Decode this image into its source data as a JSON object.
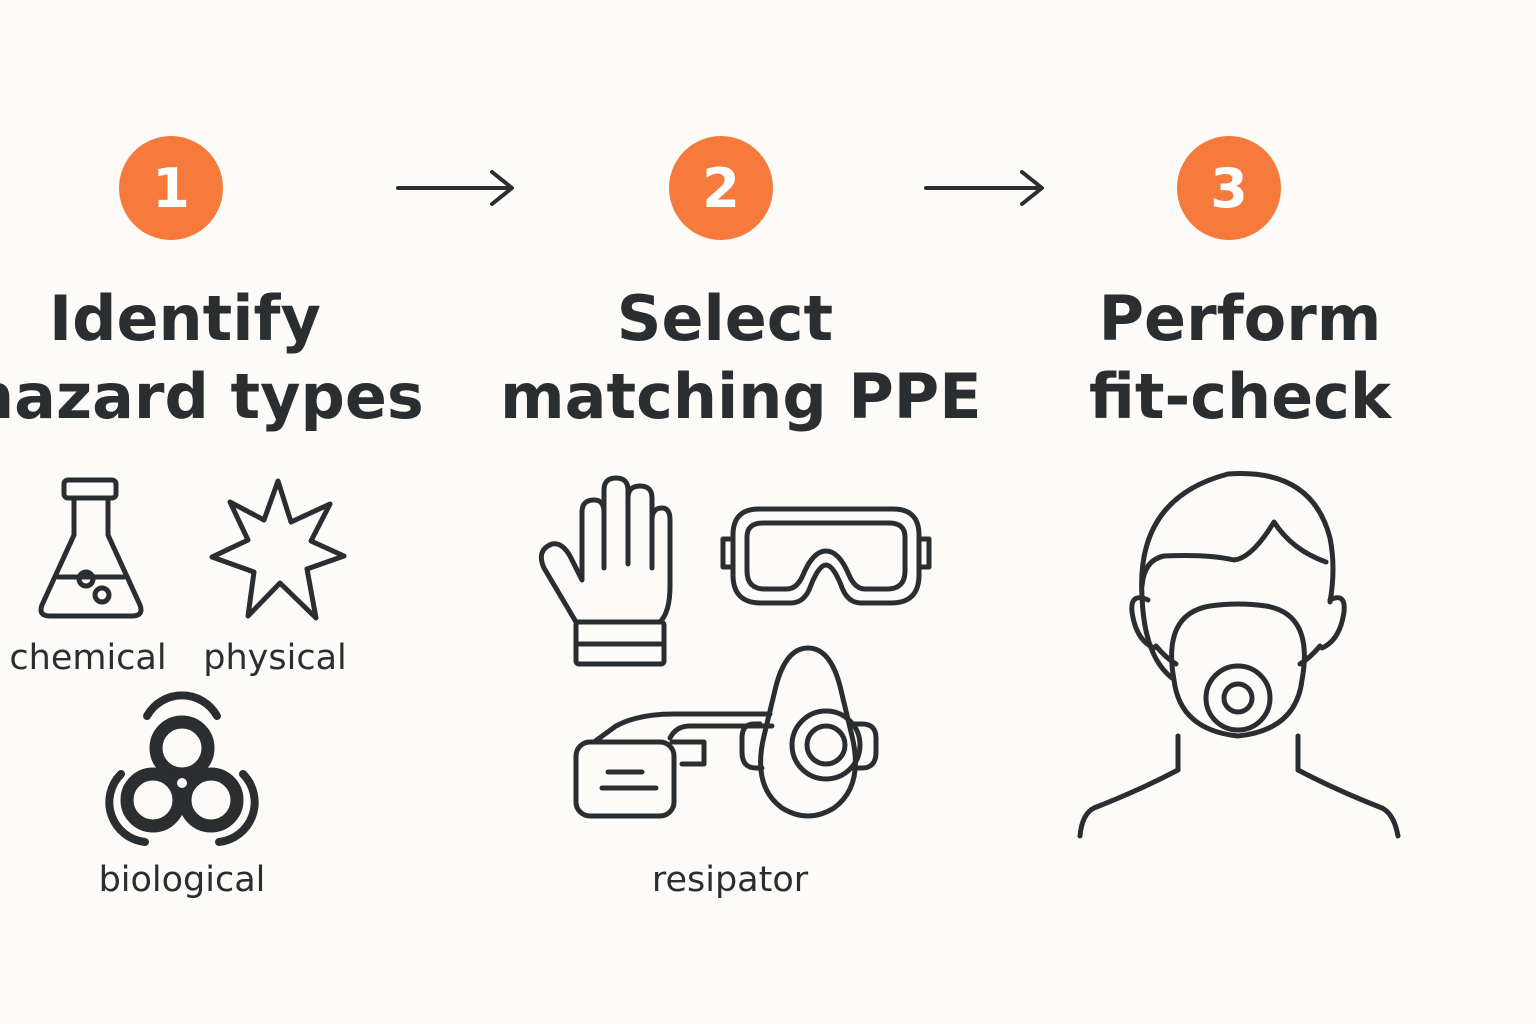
{
  "steps": [
    {
      "number": "1",
      "title_line1": "Identify",
      "title_line2": "hazard types"
    },
    {
      "number": "2",
      "title_line1": "Select",
      "title_line2": "matching PPE"
    },
    {
      "number": "3",
      "title_line1": "Perform",
      "title_line2": "fit-check"
    }
  ],
  "hazards": {
    "chemical": "chemical",
    "physical": "physical",
    "biological": "biological"
  },
  "ppe": {
    "respirator": "resipator"
  },
  "colors": {
    "accent": "#f57a3c",
    "ink": "#2b2e31",
    "background": "#fcfbf8"
  },
  "icons": [
    "flask-icon",
    "starburst-icon",
    "biohazard-icon",
    "glove-icon",
    "goggles-icon",
    "respirator-icon",
    "face-mask-person-icon",
    "arrow-right-icon"
  ]
}
